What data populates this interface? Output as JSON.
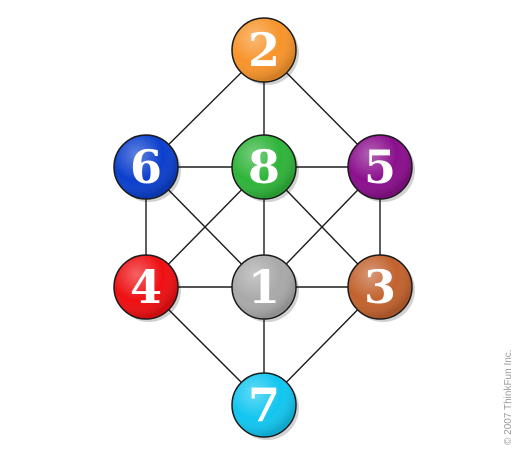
{
  "nodes": [
    {
      "id": "2",
      "label": "2",
      "color": "#f7942b"
    },
    {
      "id": "6",
      "label": "6",
      "color": "#0b3fcd"
    },
    {
      "id": "8",
      "label": "8",
      "color": "#2fb43a"
    },
    {
      "id": "5",
      "label": "5",
      "color": "#8b0f8d"
    },
    {
      "id": "4",
      "label": "4",
      "color": "#ee0f12"
    },
    {
      "id": "1",
      "label": "1",
      "color": "#a9a9a9"
    },
    {
      "id": "3",
      "label": "3",
      "color": "#c2622e"
    },
    {
      "id": "7",
      "label": "7",
      "color": "#12c6f0"
    }
  ],
  "edges": [
    [
      "2",
      "6"
    ],
    [
      "2",
      "8"
    ],
    [
      "2",
      "5"
    ],
    [
      "6",
      "8"
    ],
    [
      "8",
      "5"
    ],
    [
      "6",
      "4"
    ],
    [
      "6",
      "1"
    ],
    [
      "8",
      "4"
    ],
    [
      "8",
      "1"
    ],
    [
      "8",
      "3"
    ],
    [
      "5",
      "1"
    ],
    [
      "5",
      "3"
    ],
    [
      "4",
      "1"
    ],
    [
      "1",
      "3"
    ],
    [
      "4",
      "7"
    ],
    [
      "1",
      "7"
    ],
    [
      "3",
      "7"
    ]
  ],
  "copyright": "© 2007 ThinkFun Inc."
}
